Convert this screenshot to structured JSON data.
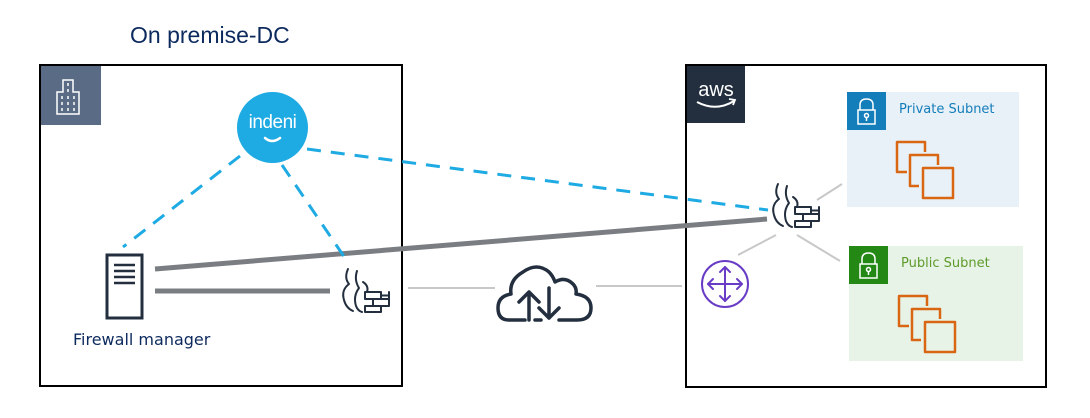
{
  "diagram": {
    "title": "On premise-DC",
    "regions": [
      {
        "id": "on-premise-dc",
        "label": "On premise-DC",
        "icon": "building-icon"
      },
      {
        "id": "aws-cloud",
        "label": "aws",
        "icon": "aws-logo-icon"
      }
    ],
    "nodes": {
      "indeni": {
        "label": "indeni",
        "icon": "indeni-logo-icon"
      },
      "firewall_manager": {
        "label": "Firewall manager",
        "icon": "server-icon"
      },
      "onprem_firewall": {
        "label": "",
        "icon": "firewall-icon"
      },
      "internet": {
        "label": "",
        "icon": "cloud-upload-download-icon"
      },
      "aws_router": {
        "label": "",
        "icon": "router-icon"
      },
      "aws_firewall": {
        "label": "",
        "icon": "firewall-icon"
      }
    },
    "subnets": {
      "private": {
        "label": "Private Subnet",
        "icon": "lock-icon",
        "content_icon": "ec2-instances-icon"
      },
      "public": {
        "label": "Public Subnet",
        "icon": "lock-icon",
        "content_icon": "ec2-instances-icon"
      }
    },
    "edges": [
      {
        "from": "indeni",
        "to": "firewall_manager",
        "style": "dashed"
      },
      {
        "from": "indeni",
        "to": "onprem_firewall",
        "style": "dashed"
      },
      {
        "from": "indeni",
        "to": "aws_firewall",
        "style": "dashed"
      },
      {
        "from": "firewall_manager",
        "to": "aws_firewall",
        "style": "solid-thick"
      },
      {
        "from": "firewall_manager",
        "to": "onprem_firewall",
        "style": "solid-thick"
      },
      {
        "from": "onprem_firewall",
        "to": "internet",
        "style": "solid-thin"
      },
      {
        "from": "internet",
        "to": "aws_router",
        "style": "solid-thin"
      },
      {
        "from": "aws_router",
        "to": "aws_firewall",
        "style": "solid-thin"
      },
      {
        "from": "aws_firewall",
        "to": "private",
        "style": "solid-thin"
      },
      {
        "from": "aws_firewall",
        "to": "public",
        "style": "solid-thin"
      }
    ],
    "colors": {
      "title": "#0d2a5e",
      "indeni": "#1eaae2",
      "dashed_link": "#1eaae2",
      "thick_link": "#7a7d82",
      "thin_link": "#c8c8c8",
      "icon_dark": "#232f3e",
      "router": "#693cc5",
      "ec2": "#d86613",
      "private_subnet_accent": "#147eba",
      "private_subnet_bg": "#e8f0f8",
      "public_subnet_accent": "#248814",
      "public_subnet_bg": "#e8f3e8",
      "building_tile": "#5a6b86",
      "aws_tile": "#232f3e"
    }
  }
}
